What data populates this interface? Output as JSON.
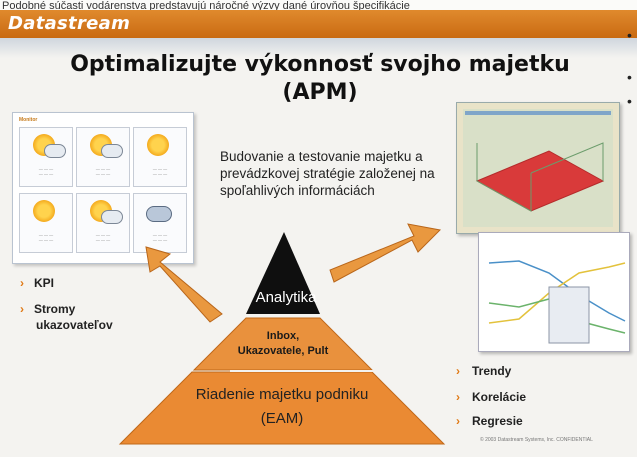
{
  "top_strip_text": "Podobné súčasti vodárenstva predstavujú náročné výzvy dané úrovňou špecifikácie",
  "header": {
    "brand": "Datastream"
  },
  "title": {
    "line1": "Optimalizujte výkonnosť svojho majetku",
    "line2": "(APM)"
  },
  "description": "Budovanie a testovanie majetku a prevádzkovej stratégie založenej na spoľahlivých informáciách",
  "pyramid": {
    "top": "Analytika",
    "middle_line1": "Inbox,",
    "middle_line2": "Ukazovatele, Pult",
    "bottom_line1": "Riadenie majetku podniku",
    "bottom_line2": "(EAM)"
  },
  "left_list": [
    {
      "label": "KPI"
    },
    {
      "label_line1": "Stromy",
      "label_line2": "ukazovateľov"
    }
  ],
  "right_list": [
    "Trendy",
    "Korelácie",
    "Regresie"
  ],
  "kpi_panel_title": "Monitor",
  "copyright": "© 2003 Datastream Systems, Inc. CONFIDENTIAL",
  "colors": {
    "accent": "#e07a16",
    "header": "#d67a21",
    "pyramid_top": "#0d0d0d",
    "pyramid_mid": "#e08a33",
    "pyramid_bottom": "#e8862e"
  }
}
